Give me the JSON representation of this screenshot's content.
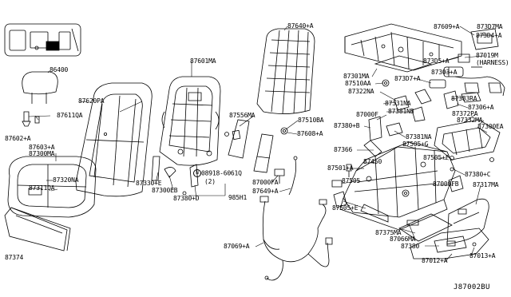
{
  "diagram_id": "J87002BU",
  "labels": {
    "p86400": "86400",
    "p87620pa": "87620PA",
    "p87611qa": "87611QA",
    "p87602a": "87602+A",
    "p87603a": "87603+A",
    "p87300ma": "87300MA",
    "p87320na": "87320NA",
    "p87311qa": "87311QA",
    "p87374": "87374",
    "p87601ma": "87601MA",
    "p87640a": "87640+A",
    "p87556ma": "87556MA",
    "p87510ba": "87510BA",
    "p87608a": "87608+A",
    "p87330e": "87330+E",
    "p87300eb": "87300EB",
    "p87380d": "87380+D",
    "p08918": "08918-6061Q",
    "p08918q": "(2)",
    "p985h1": "985H1",
    "p87000fa": "87000FA",
    "p87649a": "87649+A",
    "p87069a": "87069+A",
    "p87609a": "87609+A",
    "p873d7ma": "873D7MA",
    "p873d4a": "873D4+A",
    "p87019m": "87019M",
    "p87019m_sub": "(HARNESS)",
    "p87301ma": "87301MA",
    "p873d5a": "873D5+A",
    "p87303a": "87303+A",
    "p87510aa": "87510AA",
    "p873d7a": "873D7+A",
    "p87322na": "87322NA",
    "p87383ra": "87383RA",
    "p87331na": "87331NA",
    "p87000f": "87000F",
    "p87381nb": "87381NB",
    "p87380b": "87380+B",
    "p87306a": "87306+A",
    "p87372pa": "87372PA",
    "p87332ma": "87332MA",
    "p87300ea": "87300EA",
    "p87381na": "87381NA",
    "p87505g": "87505+G",
    "p87366": "87366",
    "p87450": "87450",
    "p87505f": "87505+F",
    "p87501a": "87501+A",
    "p87380c": "87380+C",
    "p87505": "87505",
    "p87000fb": "87000FB",
    "p87317ma": "87317MA",
    "p87505e": "87505+E",
    "p87375ma": "87375MA",
    "p87066ma": "87066MA",
    "p87380": "87380",
    "p87012a": "87012+A",
    "p87013a": "87013+A"
  }
}
